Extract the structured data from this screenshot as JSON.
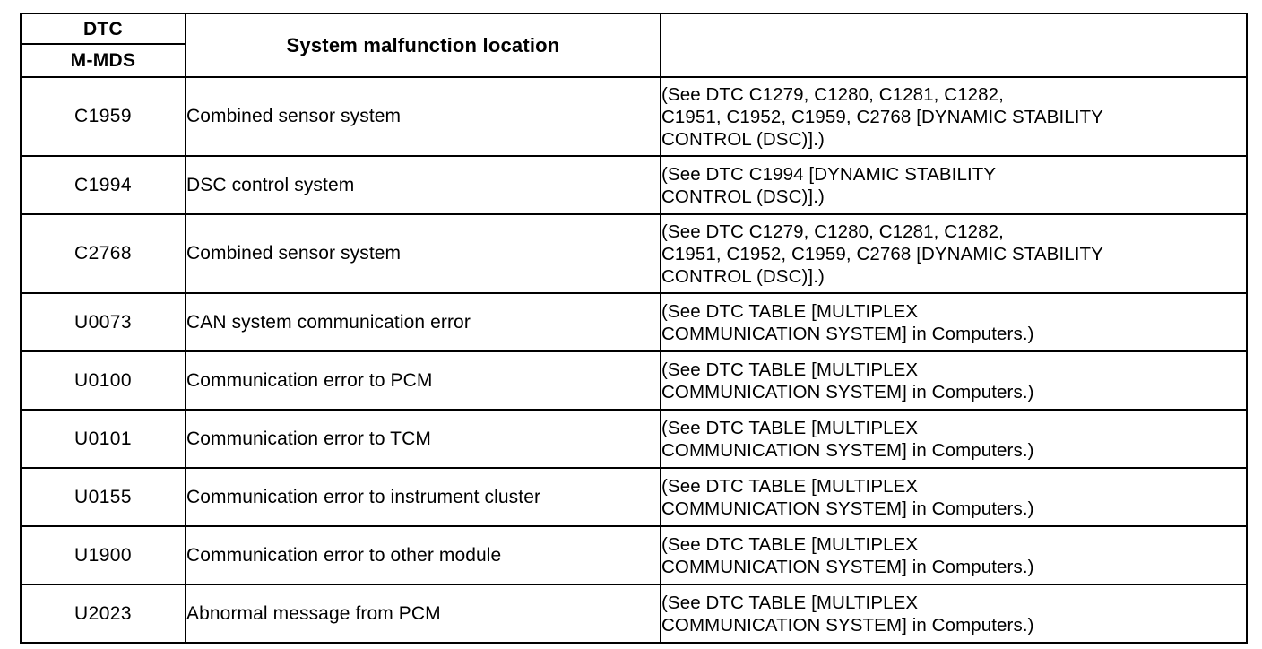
{
  "table": {
    "headers": {
      "dtc_group": "DTC",
      "dtc_sub": "M-MDS",
      "location": "System malfunction location",
      "reference": ""
    },
    "rows": [
      {
        "dtc": "C1959",
        "location": "Combined sensor system",
        "reference": "(See DTC C1279, C1280, C1281, C1282,\nC1951, C1952, C1959, C2768 [DYNAMIC STABILITY\nCONTROL (DSC)].)",
        "lines": 3
      },
      {
        "dtc": "C1994",
        "location": "DSC control system",
        "reference": "(See DTC C1994 [DYNAMIC STABILITY\nCONTROL (DSC)].)",
        "lines": 2
      },
      {
        "dtc": "C2768",
        "location": "Combined sensor system",
        "reference": "(See DTC C1279, C1280, C1281, C1282,\nC1951, C1952, C1959, C2768 [DYNAMIC STABILITY\nCONTROL (DSC)].)",
        "lines": 3
      },
      {
        "dtc": "U0073",
        "location": "CAN system communication error",
        "reference": "(See DTC TABLE [MULTIPLEX\nCOMMUNICATION SYSTEM] in Computers.)",
        "lines": 2
      },
      {
        "dtc": "U0100",
        "location": "Communication error to PCM",
        "reference": "(See DTC TABLE [MULTIPLEX\nCOMMUNICATION SYSTEM] in Computers.)",
        "lines": 2
      },
      {
        "dtc": "U0101",
        "location": "Communication error to TCM",
        "reference": "(See DTC TABLE [MULTIPLEX\nCOMMUNICATION SYSTEM] in Computers.)",
        "lines": 2
      },
      {
        "dtc": "U0155",
        "location": "Communication error to instrument cluster",
        "reference": "(See DTC TABLE [MULTIPLEX\nCOMMUNICATION SYSTEM] in Computers.)",
        "lines": 2
      },
      {
        "dtc": "U1900",
        "location": "Communication error to other module",
        "reference": "(See DTC TABLE [MULTIPLEX\nCOMMUNICATION SYSTEM] in Computers.)",
        "lines": 2
      },
      {
        "dtc": "U2023",
        "location": "Abnormal message from PCM",
        "reference": "(See DTC TABLE [MULTIPLEX\nCOMMUNICATION SYSTEM] in Computers.)",
        "lines": 2
      }
    ]
  },
  "colors": {
    "ink": "#000000",
    "paper": "#ffffff"
  }
}
